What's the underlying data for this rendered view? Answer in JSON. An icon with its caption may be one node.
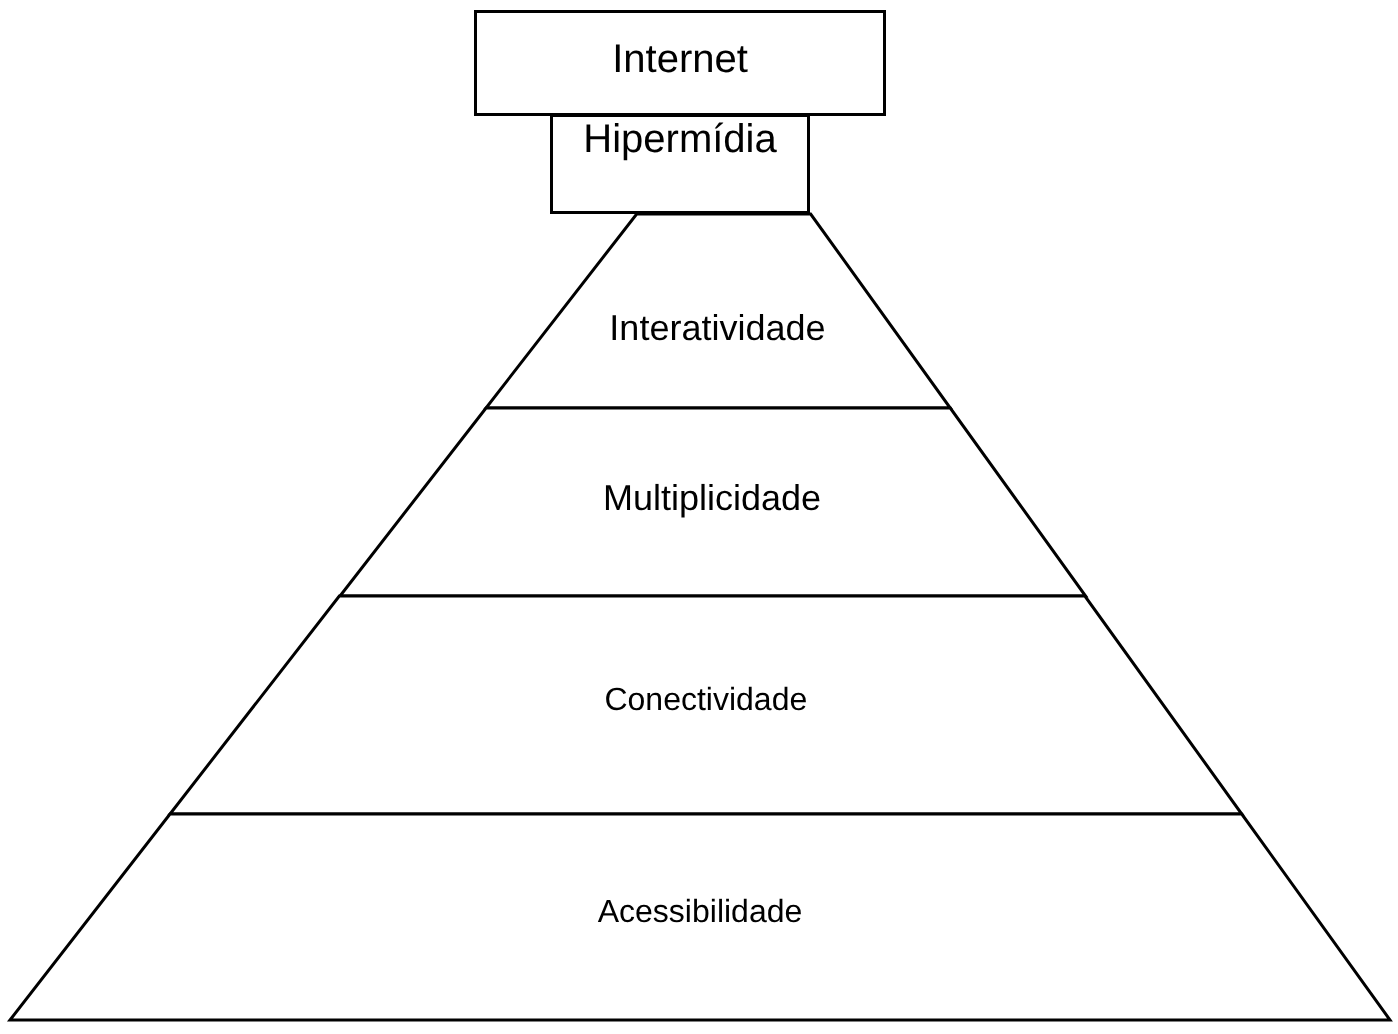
{
  "diagram": {
    "nodes": [
      {
        "text": [
          "Internet"
        ]
      },
      {
        "text": [
          "Hipermídia"
        ]
      },
      {
        "text": [
          "Interatividade"
        ]
      },
      {
        "text": [
          "Multiplicidade"
        ]
      },
      {
        "text": [
          "Conectividade"
        ]
      },
      {
        "text": [
          "Acessibilidade"
        ]
      }
    ]
  }
}
